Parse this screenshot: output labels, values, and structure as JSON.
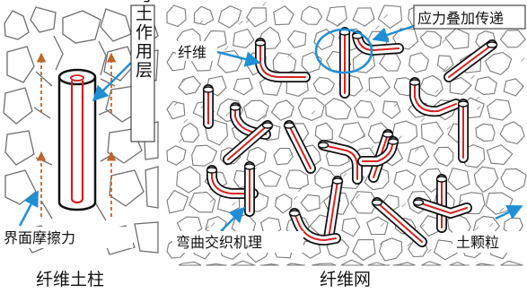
{
  "left_panel": {
    "caption": "纤维土柱",
    "layer_label": "筋与土作用层",
    "friction_label": "界面摩擦力"
  },
  "right_panel": {
    "caption": "纤维网",
    "fiber_label": "纤维",
    "stress_label": "应力叠加传递",
    "mechanism_label": "弯曲交织机理",
    "particle_label": "土颗粒"
  },
  "colors": {
    "fiber_core": "#d62020",
    "fiber_outline": "#111111",
    "callout_arrow": "#1f8fd6",
    "friction_arrow": "#c0642a",
    "grain_edge": "#6e6e6e",
    "hatch_edge": "#8a8a8a"
  }
}
